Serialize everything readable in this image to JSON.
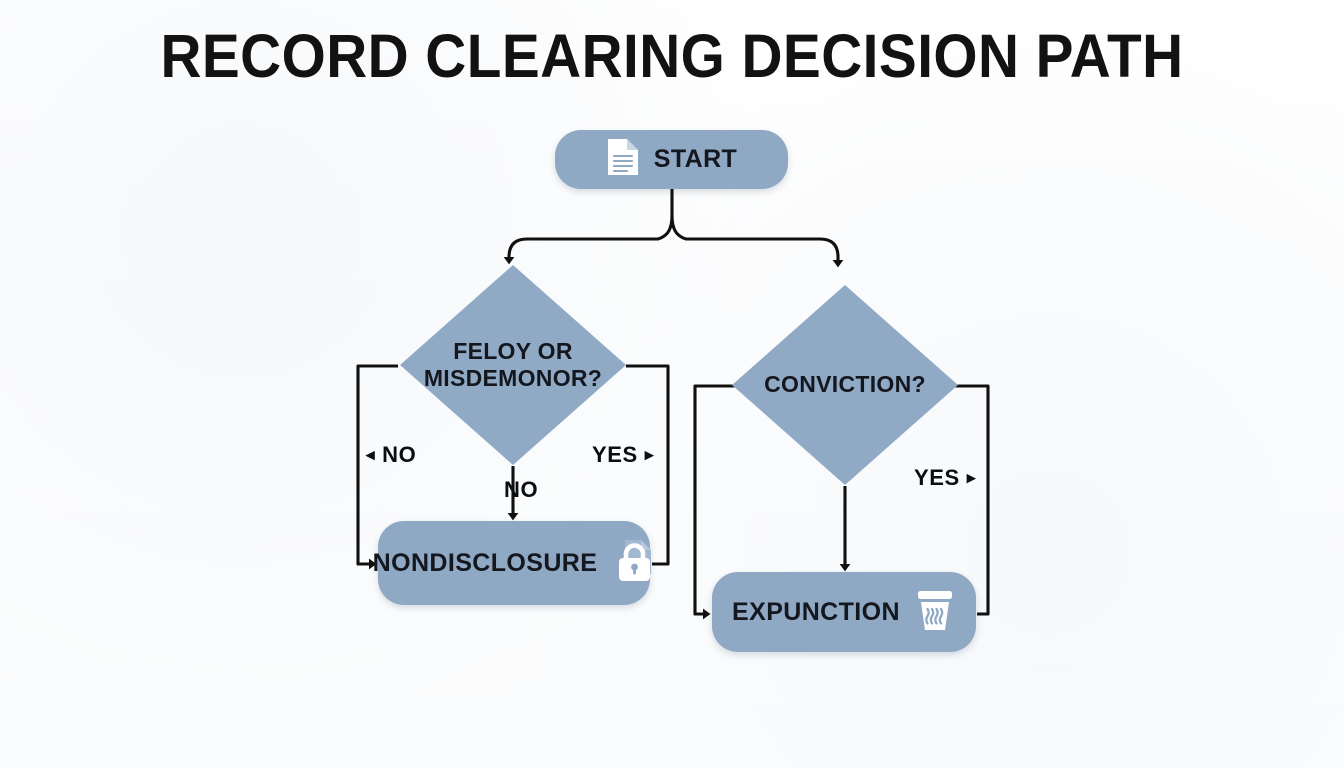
{
  "page": {
    "title": "RECORD CLEARING DECISION PATH",
    "background_color": "#fdfdfd",
    "node_fill_color": "#8fa8c4",
    "diamond_fill_color": "#90aac6",
    "text_color": "#14171d",
    "connector_color": "#101010",
    "icon_color": "#ffffff"
  },
  "nodes": {
    "start": {
      "label": "START",
      "icon": "document-icon",
      "shape": "rounded-rectangle"
    },
    "felony_decision": {
      "label_line1": "FELOY OR",
      "label_line2": "MISDEMONOR?",
      "shape": "diamond"
    },
    "conviction_decision": {
      "label_line1": "CONVICTION?",
      "shape": "diamond"
    },
    "nondisclosure": {
      "label": "NONDISCLOSURE",
      "icon": "lock-icon",
      "shape": "rounded-rectangle"
    },
    "expunction": {
      "label": "EXPUNCTION",
      "icon": "trash-icon",
      "shape": "rounded-rectangle"
    }
  },
  "edges": {
    "felony_no_left": "NO",
    "felony_yes_right": "YES",
    "felony_no_down": "NO",
    "conviction_yes_right": "YES"
  }
}
